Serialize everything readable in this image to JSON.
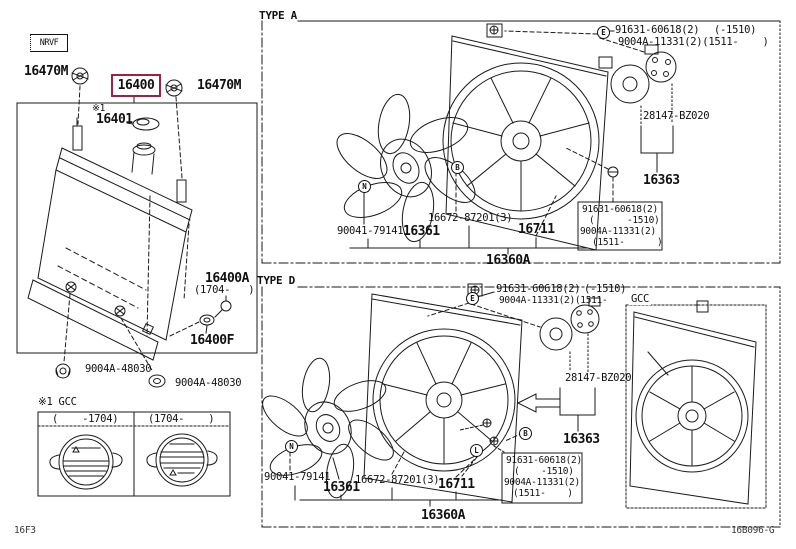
{
  "colors": {
    "highlight_box": "#9e2140",
    "line": "#1a1a1a"
  },
  "footer": {
    "left_code": "16F3",
    "right_code": "16B096-G"
  },
  "left_panel": {
    "model_tag": "NRVF",
    "cap_left": "16470M",
    "radiator_assy": "16400",
    "cap_right": "16470M",
    "note_ref": "※1",
    "filler_cap": "16401",
    "tank_upper": "16400A",
    "tank_upper_date": "(1704-   )",
    "drain_plug": "16400F",
    "mount_nut_left": "9004A-48030",
    "mount_nut_right": "9004A-48030",
    "gcc_note": "※1 GCC",
    "cap_table": {
      "col_early": "(    -1704)",
      "col_late": "(1704-    )"
    }
  },
  "type_a": {
    "title": "TYPE A",
    "marker_screw": "E",
    "marker_motor": "N",
    "marker_clip": "B",
    "screw_top_pn": "91631-60618(2)",
    "screw_top_date": "(-1510)",
    "nut_top_pn": "9004A-11331(2)(1511-    )",
    "motor_bracket": "28147-BZ020",
    "fan_motor_sub": "16363",
    "screw_mid": {
      "l1": "91631-60618(2)",
      "l2": "(      -1510)",
      "l3": "9004A-11331(2)",
      "l4": "(1511-      )"
    },
    "motor_bolt": "90041-79141",
    "fan": "16361",
    "clip": "16672-87201(3)",
    "fan_motor": "16711",
    "shroud": "16360A"
  },
  "type_d": {
    "title": "TYPE D",
    "gcc_tag": "GCC",
    "marker_screw": "E",
    "marker_motor": "N",
    "marker_clip": "B",
    "marker_l": "L",
    "screw_top_pn": "91631-60618(2)",
    "screw_top_date": "(-1510)",
    "nut_top_pn": "9004A-11331(2)(1511-    )",
    "motor_bracket": "28147-BZ020",
    "fan_motor_sub": "16363",
    "screw_right": {
      "l1": "91631-60618(2)",
      "l2": "(    -1510)",
      "l3": "9004A-11331(2)",
      "l4": "(1511-    )"
    },
    "motor_bolt": "90041-79141",
    "fan": "16361",
    "clip": "16672-87201(3)",
    "fan_motor": "16711",
    "shroud": "16360A"
  }
}
